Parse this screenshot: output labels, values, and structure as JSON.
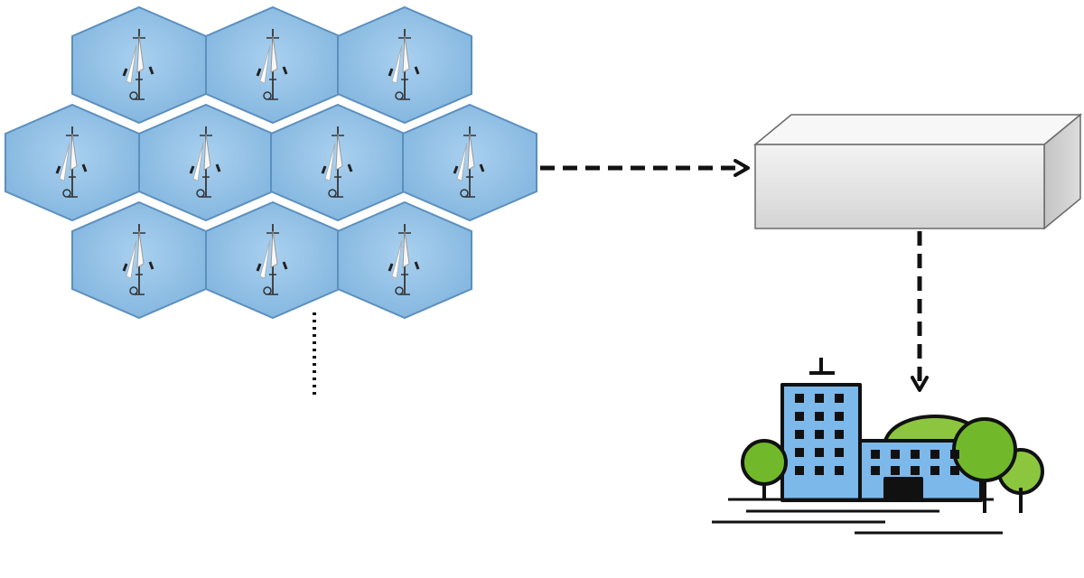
{
  "diagram": {
    "cells": [
      {
        "id": "cell-1"
      },
      {
        "id": "cell-2"
      },
      {
        "id": "cell-3"
      },
      {
        "id": "cell-4"
      },
      {
        "id": "cell-5"
      },
      {
        "id": "cell-6"
      },
      {
        "id": "cell-7"
      },
      {
        "id": "cell-8"
      },
      {
        "id": "cell-9"
      },
      {
        "id": "cell-10"
      }
    ],
    "nodes": {
      "cell_cluster": {
        "icon": "hexagon-cell-cluster-icon"
      },
      "base_station": {
        "icon": "box-icon"
      },
      "destination": {
        "icon": "city-buildings-icon"
      }
    },
    "edges": [
      {
        "from": "cell_cluster",
        "to": "base_station",
        "style": "dashed-arrow"
      },
      {
        "from": "base_station",
        "to": "destination",
        "style": "dashed-arrow"
      },
      {
        "from": "cell_cluster",
        "to": "",
        "style": "dotted-line"
      }
    ],
    "colors": {
      "hex_fill": "#8fc0e6",
      "hex_edge": "#5b8fbe",
      "box_front": "#e6e6e6",
      "box_top": "#f6f6f6",
      "box_side": "#c9c9c9",
      "building_blue": "#7cb8ea",
      "tree_green": "#71b92b",
      "hill_green": "#8cc63f",
      "ink": "#111111"
    }
  }
}
